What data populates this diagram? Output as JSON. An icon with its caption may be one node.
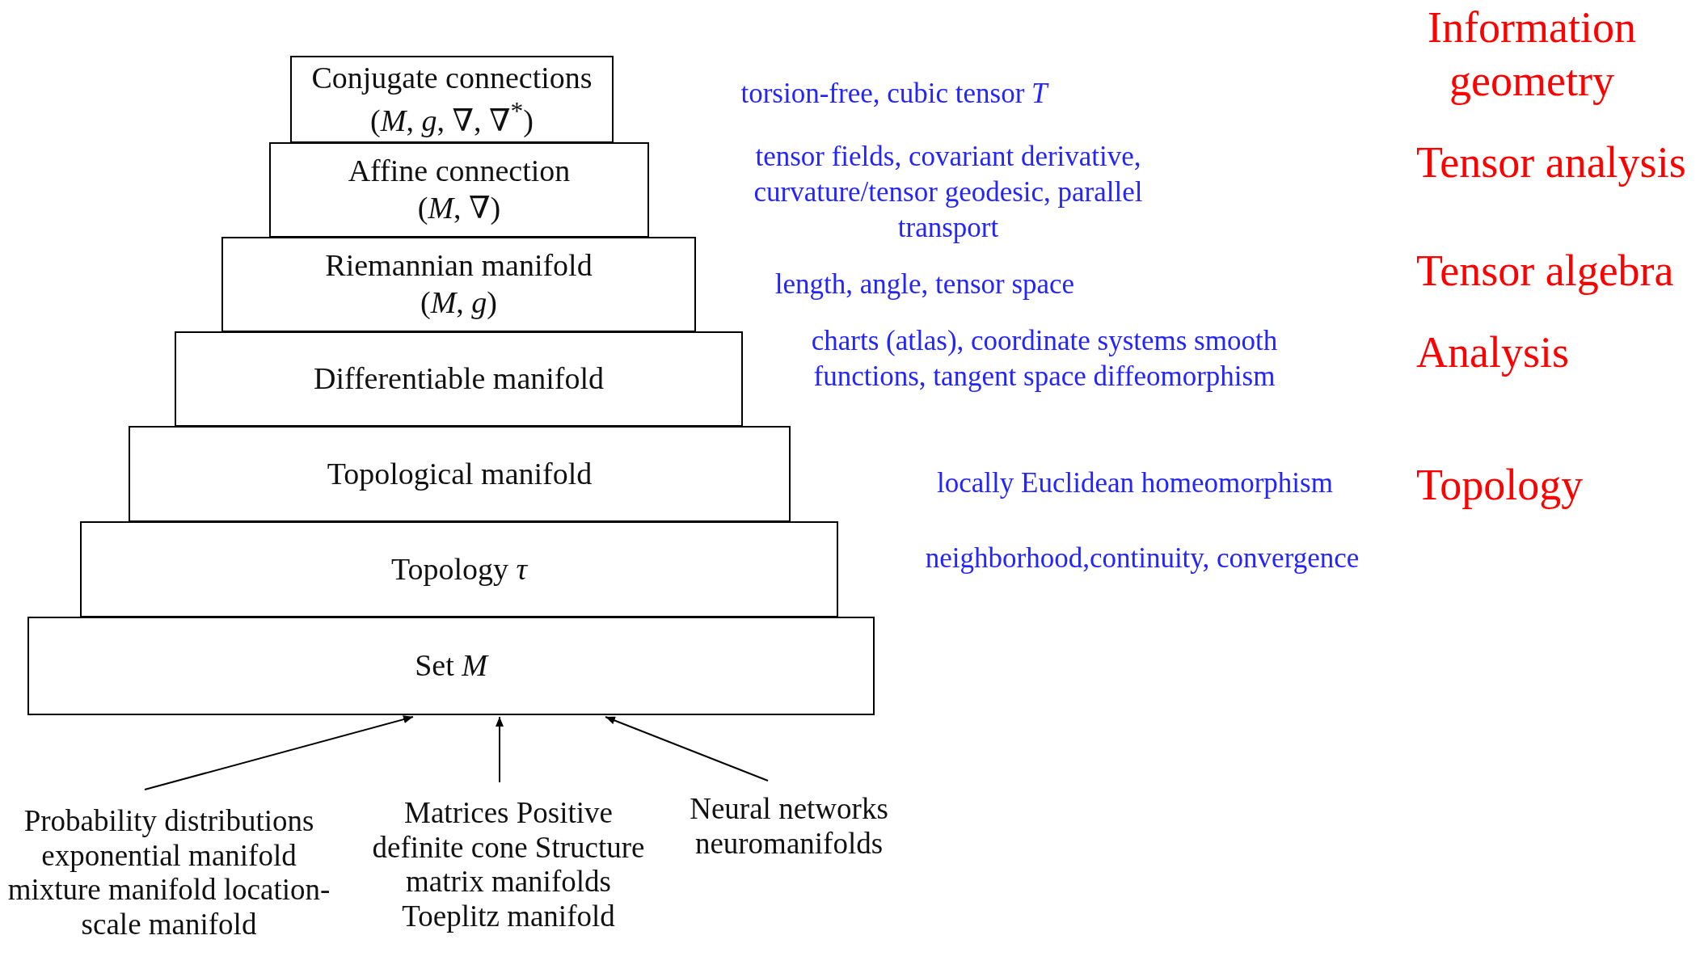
{
  "diagram": {
    "nodes": [
      {
        "text": [
          "Conjugate connections",
          "(*M*, *g*, ∇, ∇$^{*}$)"
        ]
      },
      {
        "text": [
          "Affine connection",
          "(*M*, ∇)"
        ]
      },
      {
        "text": [
          "Riemannian manifold",
          "(*M*, *g*)"
        ]
      },
      {
        "text": [
          "Differentiable manifold"
        ]
      },
      {
        "text": [
          "Topological manifold"
        ]
      },
      {
        "text": [
          "Topology *τ*"
        ]
      },
      {
        "text": [
          "Set *M*"
        ]
      },
      {
        "text": [
          "Probability distributions exponential manifold mixture manifold location-scale manifold"
        ]
      },
      {
        "text": [
          "Matrices Positive definite cone Structure matrix manifolds Toeplitz manifold"
        ]
      },
      {
        "text": [
          "Neural networks neuromanifolds"
        ]
      }
    ],
    "edges": [
      {
        "from": 7,
        "to": 6,
        "arrow": "to"
      },
      {
        "from": 8,
        "to": 6,
        "arrow": "to"
      },
      {
        "from": 9,
        "to": 6,
        "arrow": "to"
      }
    ],
    "labels": [
      "Information geometry",
      "torsion-free, cubic tensor *T*",
      "Tensor analysis",
      "tensor fields, covariant derivative, curvature/tensor geodesic, parallel transport",
      "Tensor algebra",
      "length, angle, tensor space",
      "charts (atlas), coordinate systems smooth functions, tangent space diffeomorphism",
      "Analysis",
      "locally Euclidean homeomorphism",
      "Topology",
      "neighborhood,continuity, convergence"
    ]
  }
}
